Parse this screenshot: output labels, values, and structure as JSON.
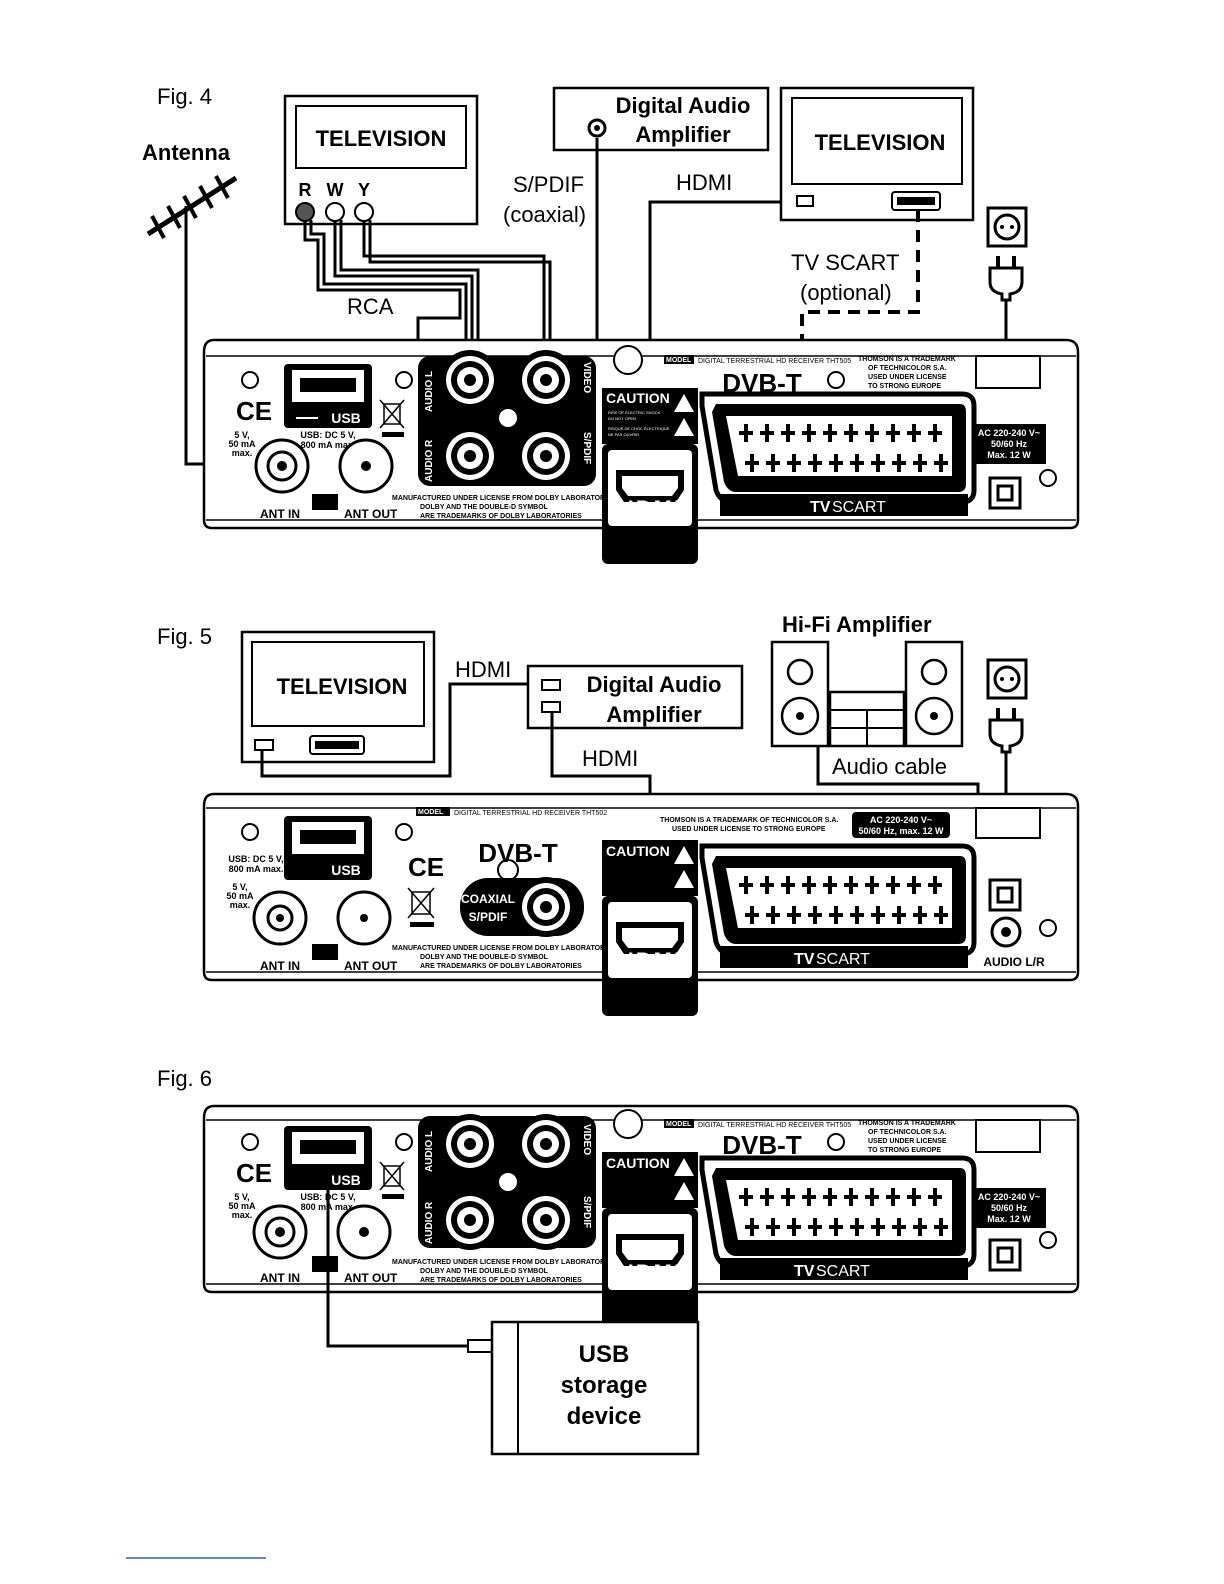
{
  "fig4": {
    "label": "Fig. 4",
    "antenna": "Antenna",
    "tv_left": "TELEVISION",
    "rwy": [
      "R",
      "W",
      "Y"
    ],
    "rca": "RCA",
    "spdif": "S/PDIF",
    "coaxial": "(coaxial)",
    "amp_line1": "Digital Audio",
    "amp_line2": "Amplifier",
    "hdmi": "HDMI",
    "tv_right": "TELEVISION",
    "scart_line1": "TV SCART",
    "scart_line2": "(optional)",
    "panel": {
      "usb": "USB",
      "usb_spec1": "USB: DC 5 V,",
      "usb_spec2": "800 mA max.",
      "ant_spec1": "5 V,",
      "ant_spec2": "50 mA",
      "ant_spec3": "max.",
      "ant_in": "ANT IN",
      "ant_out": "ANT OUT",
      "audio_l": "AUDIO L",
      "audio_r": "AUDIO R",
      "video": "VIDEO",
      "spdif_jack": "S/PDIF",
      "caution": "CAUTION",
      "caution1": "RISK OF ELECTRIC SHOCK",
      "caution2": "DO NOT OPEN",
      "caution3": "RISQUE DE CHOC ÉLECTRIQUE",
      "caution4": "NE PAS OUVRIR",
      "hdmi_logo": "HDMI",
      "model_tag": "MODEL",
      "model": "DIGITAL TERRESTRIAL HD RECEIVER THT505",
      "thomson1": "THOMSON IS A TRADEMARK",
      "thomson2": "OF TECHNICOLOR S.A.",
      "thomson3": "USED UNDER LICENSE",
      "thomson4": "TO STRONG EUROPE",
      "dvbt": "DVB-T",
      "tv_scart": "SCART",
      "tv_prefix": "TV",
      "ac1": "AC 220-240 V~",
      "ac2": "50/60 Hz",
      "ac3": "Max. 12 W",
      "dolby1": "MANUFACTURED UNDER LICENSE FROM DOLBY LABORATORIES.",
      "dolby2": "DOLBY AND THE DOUBLE-D SYMBOL",
      "dolby3": "ARE TRADEMARKS OF DOLBY LABORATORIES"
    }
  },
  "fig5": {
    "label": "Fig. 5",
    "tv": "TELEVISION",
    "hdmi_top": "HDMI",
    "amp_line1": "Digital Audio",
    "amp_line2": "Amplifier",
    "hdmi_bottom": "HDMI",
    "hifi": "Hi-Fi Amplifier",
    "audio_cable": "Audio cable",
    "panel": {
      "model_tag": "MODEL",
      "model": "DIGITAL TERRESTRIAL HD RECEIVER THT502",
      "thomson1": "THOMSON IS A TRADEMARK OF TECHNICOLOR S.A.",
      "thomson2": "USED UNDER LICENSE TO STRONG EUROPE",
      "ac1": "AC 220-240 V~",
      "ac2": "50/60 Hz, max. 12 W",
      "usb_spec1": "USB: DC 5 V,",
      "usb_spec2": "800 mA max.",
      "ant_spec1": "5 V,",
      "ant_spec2": "50 mA",
      "ant_spec3": "max.",
      "usb": "USB",
      "coaxial1": "COAXIAL",
      "coaxial2": "S/PDIF",
      "caution": "CAUTION",
      "hdmi_logo": "HDMI",
      "tv_prefix": "TV",
      "tv_scart": "SCART",
      "ant_in": "ANT IN",
      "ant_out": "ANT OUT",
      "audio_lr": "AUDIO L/R",
      "dvbt": "DVB-T",
      "dolby1": "MANUFACTURED UNDER LICENSE FROM DOLBY LABORATORIES.",
      "dolby2": "DOLBY AND THE DOUBLE-D SYMBOL",
      "dolby3": "ARE TRADEMARKS OF DOLBY LABORATORIES"
    }
  },
  "fig6": {
    "label": "Fig. 6",
    "usb_line1": "USB",
    "usb_line2": "storage",
    "usb_line3": "device"
  }
}
